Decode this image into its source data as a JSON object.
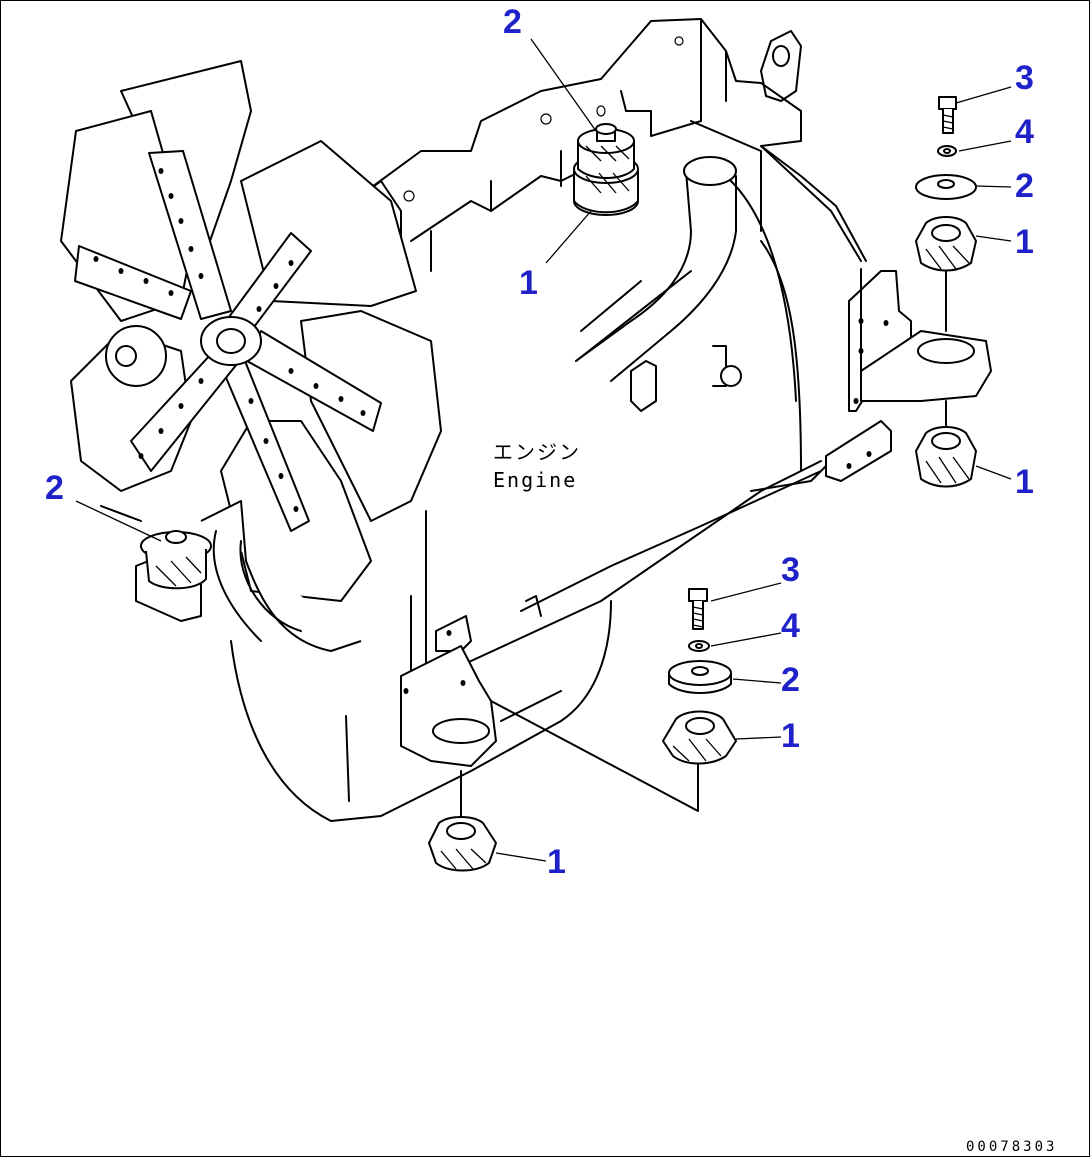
{
  "engine_label": {
    "japanese": "エンジン",
    "english": "Engine"
  },
  "drawing_number": "00078303",
  "callouts": {
    "top_cushion_2": "2",
    "top_cushion_1": "1",
    "right_upper_3": "3",
    "right_upper_4": "4",
    "right_upper_2": "2",
    "right_upper_1": "1",
    "right_lower_1": "1",
    "left_2": "2",
    "bottom_3": "3",
    "bottom_4": "4",
    "bottom_2": "2",
    "bottom_1a": "1",
    "bottom_1b": "1"
  },
  "colors": {
    "callout": "#1f22c8",
    "line": "#000000",
    "background": "#ffffff"
  }
}
